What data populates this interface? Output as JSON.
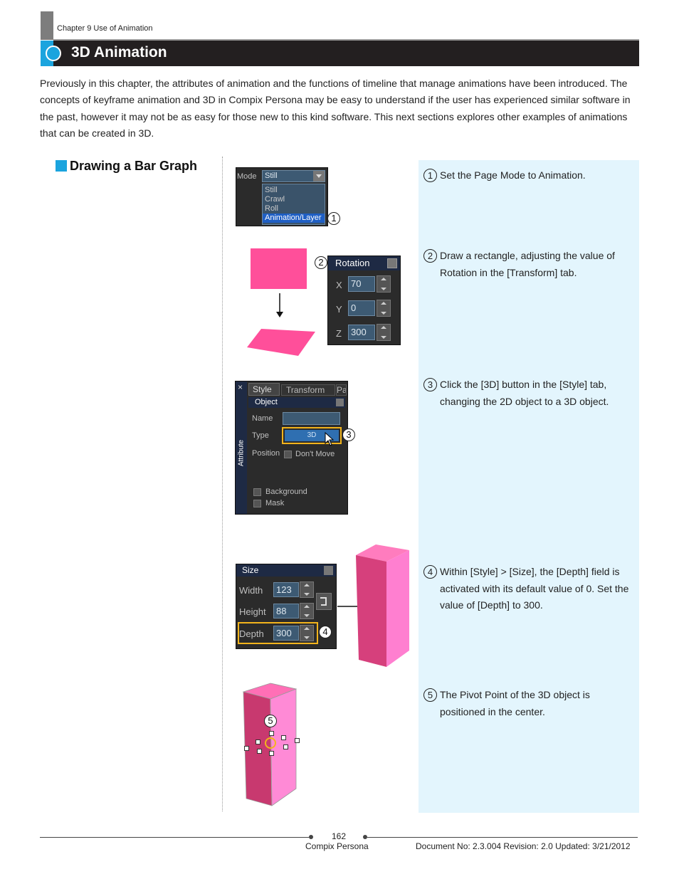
{
  "header": {
    "chapter": "Chapter 9 Use of Animation",
    "title": "3D Animation"
  },
  "intro": "Previously in this chapter, the attributes of animation and the functions of timeline that manage animations have been introduced. The concepts of keyframe animation and 3D in Compix Persona may be easy to understand if the user has experienced similar software in the past, however it may not be as easy for those new to this kind software. This next sections explores other examples of animations that can be created in 3D.",
  "section_title": "Drawing a Bar Graph",
  "colors": {
    "accent": "#1ba4de",
    "title_bar": "#231f20",
    "panel": "#e3f5fd",
    "pink": "#ff4f9a"
  },
  "steps": [
    {
      "num": "1",
      "text": "Set the Page Mode to Animation."
    },
    {
      "num": "2",
      "text": "Draw a rectangle, adjusting the value of Rotation in the [Transform] tab."
    },
    {
      "num": "3",
      "text": "Click the [3D] button in the [Style] tab, changing the 2D object to a 3D object."
    },
    {
      "num": "4",
      "text": "Within [Style] > [Size], the [Depth] field is activated with its default value of 0. Set the value of [Depth] to 300."
    },
    {
      "num": "5",
      "text": "The Pivot Point of the 3D object is positioned in the center."
    }
  ],
  "fig_mode": {
    "label": "Mode",
    "selected": "Still",
    "options": [
      "Still",
      "Crawl",
      "Roll",
      "Animation/Layer"
    ]
  },
  "fig_rotation": {
    "title": "Rotation",
    "rows": [
      {
        "label": "X",
        "value": "70"
      },
      {
        "label": "Y",
        "value": "0"
      },
      {
        "label": "Z",
        "value": "300"
      }
    ]
  },
  "fig_style": {
    "close": "×",
    "tabs": [
      "Style",
      "Transform",
      "Pa"
    ],
    "side_label": "Attribute",
    "section": "Object",
    "name_label": "Name",
    "type_label": "Type",
    "type_value": "3D",
    "position_label": "Position",
    "position_option": "Don't Move",
    "checkboxes": [
      "Background",
      "Mask"
    ]
  },
  "fig_size": {
    "title": "Size",
    "rows": [
      {
        "label": "Width",
        "value": "123"
      },
      {
        "label": "Height",
        "value": "88"
      },
      {
        "label": "Depth",
        "value": "300"
      }
    ]
  },
  "footer": {
    "page": "162",
    "product": "Compix Persona",
    "doc": "Document No: 2.3.004 Revision: 2.0 Updated: 3/21/2012"
  }
}
